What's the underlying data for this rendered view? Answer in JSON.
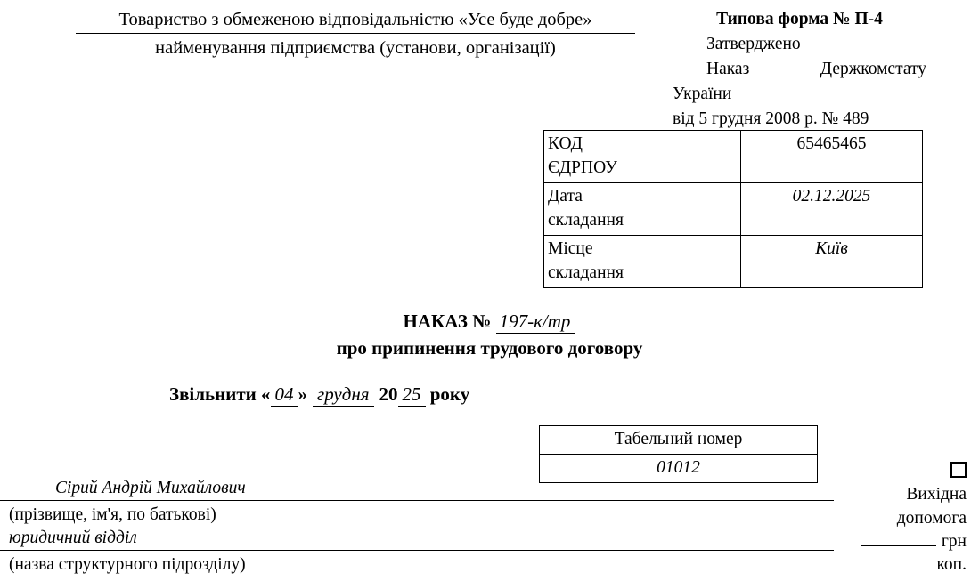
{
  "document": {
    "language": "uk",
    "form_code": "П-4"
  },
  "header": {
    "organization_name": "Товариство з обмеженою відповідальністю «Усе буде добре»",
    "organization_caption": "найменування підприємства (установи, організації)"
  },
  "approval": {
    "form_title": "Типова форма № П-4",
    "approved_label": "Затверджено",
    "order_word": "Наказ",
    "authority": "Держкомстату",
    "authority_cont": "України",
    "order_date": "від 5 грудня 2008 р. № 489"
  },
  "codes_table": {
    "rows": [
      {
        "label_line1": "КОД",
        "label_line2": "ЄДРПОУ",
        "value": "65465465",
        "value_style": "regular"
      },
      {
        "label_line1": "Дата",
        "label_line2": "складання",
        "value": "02.12.2025",
        "value_style": "italic"
      },
      {
        "label_line1": "Місце",
        "label_line2": "складання",
        "value": "Київ",
        "value_style": "italic"
      }
    ]
  },
  "order": {
    "title_prefix": "НАКАЗ № ",
    "number": "197-к/тр",
    "subtitle": "про припинення трудового договору"
  },
  "dismissal": {
    "verb": "Звільнити",
    "quote_open": "«",
    "day": "04",
    "quote_close": "»",
    "month": "грудня",
    "year_prefix": "20",
    "year_suffix": "25",
    "year_word": "року"
  },
  "personnel_number": {
    "header": "Табельний номер",
    "value": "01012"
  },
  "employee": {
    "full_name": "Сірий Андрій Михайлович",
    "name_caption": "(прізвище, ім'я, по батькові)",
    "department": "юридичний відділ",
    "department_caption": "(назва структурного підрозділу)"
  },
  "severance": {
    "checkbox_checked": false,
    "label_line1": "Вихідна",
    "label_line2": "допомога",
    "currency_major": "грн",
    "currency_minor": "коп.",
    "amount_major": "",
    "amount_minor": ""
  },
  "colors": {
    "text": "#000000",
    "rule": "#000000",
    "background": "#ffffff"
  }
}
